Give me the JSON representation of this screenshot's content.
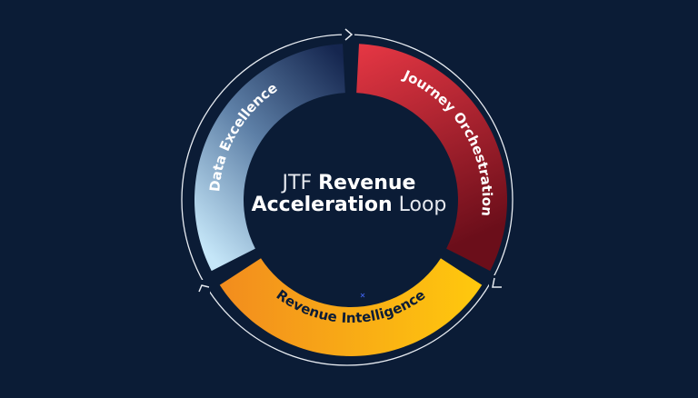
{
  "title": {
    "prefix": "JTF",
    "bold1": "Revenue",
    "bold2": "Acceleration",
    "suffix": "Loop"
  },
  "segments": [
    {
      "label": "Journey Orchestration",
      "colors": [
        "#e63744",
        "#6b0e1a"
      ],
      "text_color": "#ffffff"
    },
    {
      "label": "Revenue Intelligence",
      "colors": [
        "#f28c1e",
        "#ffc90d"
      ],
      "text_color": "#0b1c36"
    },
    {
      "label": "Data Excellence",
      "colors": [
        "#c5e6f8",
        "#15264f"
      ],
      "text_color": "#ffffff"
    }
  ],
  "colors": {
    "background": "#0b1c36",
    "ring": "#e8ecf2",
    "marker": "#3b5bd9"
  },
  "icons": [
    "chevron-right-icon",
    "chevron-down-left-icon",
    "chevron-up-icon",
    "cross-mark-icon"
  ]
}
